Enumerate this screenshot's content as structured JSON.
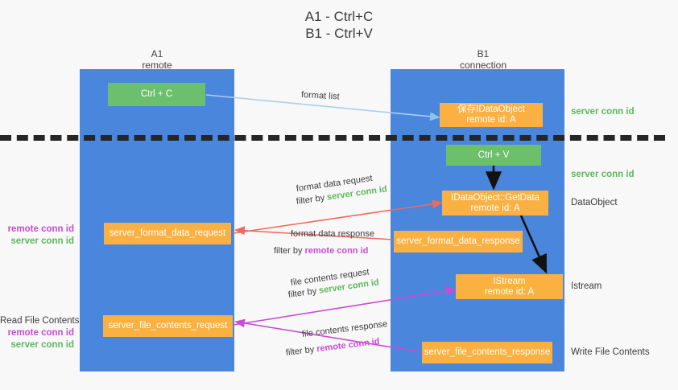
{
  "title": {
    "line1": "A1 - Ctrl+C",
    "line2": "B1 - Ctrl+V"
  },
  "colors": {
    "lane": "#4a86db",
    "green_node": "#6cbf6c",
    "orange_node": "#fbb042",
    "server_conn_green": "#5cb85c",
    "remote_conn_magenta": "#c84bd6",
    "background": "#f8f8f8",
    "dashed_divider": "#262626",
    "format_list_arrow": "#a8d0ef",
    "format_data_arrow": "#ec6a5e",
    "file_contents_arrow": "#c84bd6",
    "internal_arrow": "#111111"
  },
  "columns": [
    {
      "name": "A1",
      "sub": "remote"
    },
    {
      "name": "B1",
      "sub": "connection"
    }
  ],
  "nodes": {
    "ctrl_c": "Ctrl + C",
    "ctrl_v": "Ctrl + V",
    "save_dataobject_l1": "保存IDataObject",
    "save_dataobject_l2": "remote id: A",
    "getdata_l1": "IDataObject::GetData",
    "getdata_l2": "remote id: A",
    "istream_l1": "IStream",
    "istream_l2": "remote id: A",
    "server_format_data_request": "server_format_data_request",
    "server_format_data_response": "server_format_data_response",
    "server_file_contents_request": "server_file_contents_request",
    "server_file_contents_response": "server_file_contents_response"
  },
  "right_labels": {
    "server_conn_id_1": "server conn id",
    "server_conn_id_2": "server conn id",
    "dataobject": "DataObject",
    "istream": "Istream",
    "write_file_contents": "Write File Contents"
  },
  "left_labels": {
    "remote_conn_id_1": "remote conn id",
    "server_conn_id_1": "server conn id",
    "read_file_contents": "Read File Contents",
    "remote_conn_id_2": "remote conn id",
    "server_conn_id_2": "server conn id"
  },
  "edges": {
    "format_list": "format list",
    "format_data_request": "format data request",
    "format_data_request_filter_pre": "filter by ",
    "format_data_request_filter_key": "server conn id",
    "format_data_response": "format data response",
    "format_data_response_filter_pre": "filter by ",
    "format_data_response_filter_key": "remote conn id",
    "file_contents_request": "file contents request",
    "file_contents_request_filter_pre": "filter by ",
    "file_contents_request_filter_key": "server conn id",
    "file_contents_response": "file contents response",
    "file_contents_response_filter_pre": "filter by ",
    "file_contents_response_filter_key": "remote conn id"
  }
}
